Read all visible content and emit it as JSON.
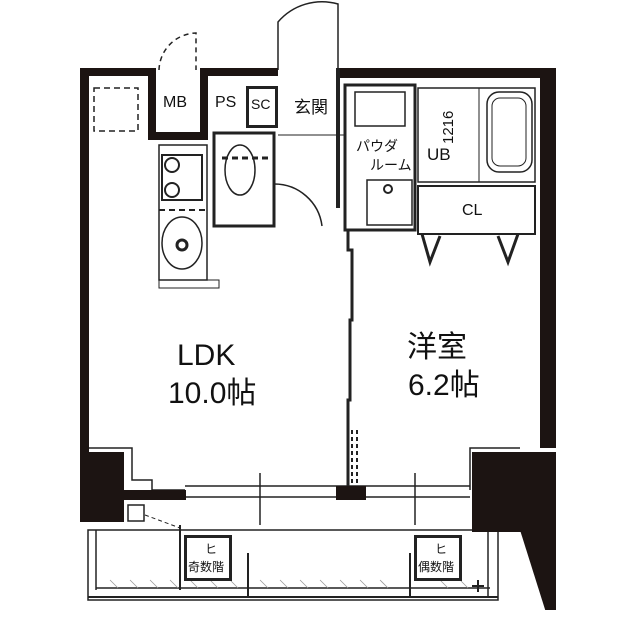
{
  "plan": {
    "rooms": {
      "ldk": {
        "name": "LDK",
        "size": "10.0帖"
      },
      "western": {
        "name": "洋室",
        "size": "6.2帖"
      },
      "entrance": {
        "name": "玄関"
      },
      "unit_bath": {
        "name": "UB",
        "size_code": "1216"
      },
      "powder_room": {
        "line1": "パウダ",
        "line2": "ルーム"
      },
      "closet": {
        "name": "CL"
      },
      "meter_box": {
        "name": "MB"
      },
      "pipe_space": {
        "name": "PS"
      },
      "shoe_closet": {
        "name": "SC"
      }
    },
    "balcony": {
      "hatch_odd": {
        "line1": "ヒ",
        "line2": "奇数階"
      },
      "hatch_even": {
        "line1": "ヒ",
        "line2": "偶数階"
      }
    }
  },
  "colors": {
    "wall": "#1c1412",
    "line": "#222222",
    "background": "#ffffff"
  }
}
